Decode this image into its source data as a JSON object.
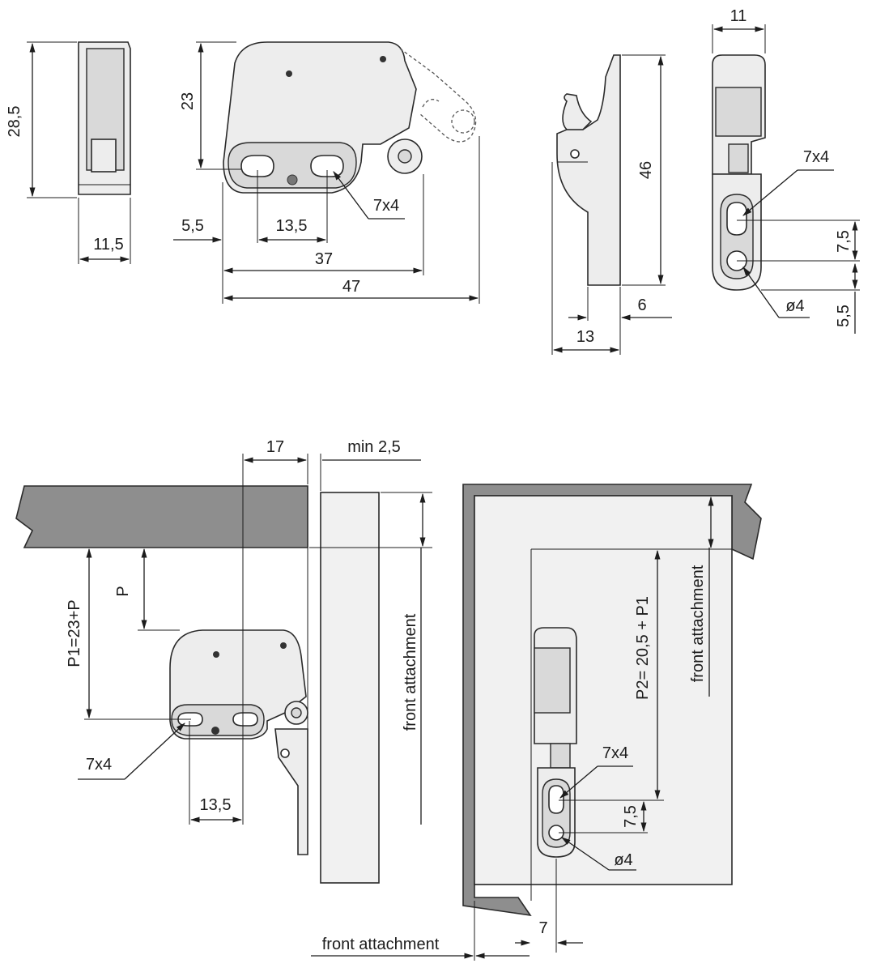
{
  "top_side_view": {
    "width": "11,5",
    "height": "28,5"
  },
  "top_front_view": {
    "height": "23",
    "offset": "5,5",
    "hole_spacing": "13,5",
    "hole_size": "7x4",
    "length": "37",
    "total_length": "47"
  },
  "top_catch_view": {
    "height": "46",
    "width": "13",
    "thickness": "6"
  },
  "top_back_view": {
    "width": "11",
    "hole_size": "7x4",
    "hole_spacing": "7,5",
    "hole_diameter": "ø4",
    "offset": "5,5"
  },
  "bottom_left_install": {
    "gap_17": "17",
    "gap_min": "min 2,5",
    "p_label": "P",
    "p1_formula": "P1=23+P",
    "hole_size": "7x4",
    "hole_spacing": "13,5",
    "front_label": "front attachment"
  },
  "bottom_right_install": {
    "p2_formula": "P2= 20,5 + P1",
    "front_label": "front attachment",
    "hole_size": "7x4",
    "hole_spacing": "7,5",
    "hole_diameter": "ø4",
    "offset": "7",
    "bottom_label": "front attachment"
  }
}
